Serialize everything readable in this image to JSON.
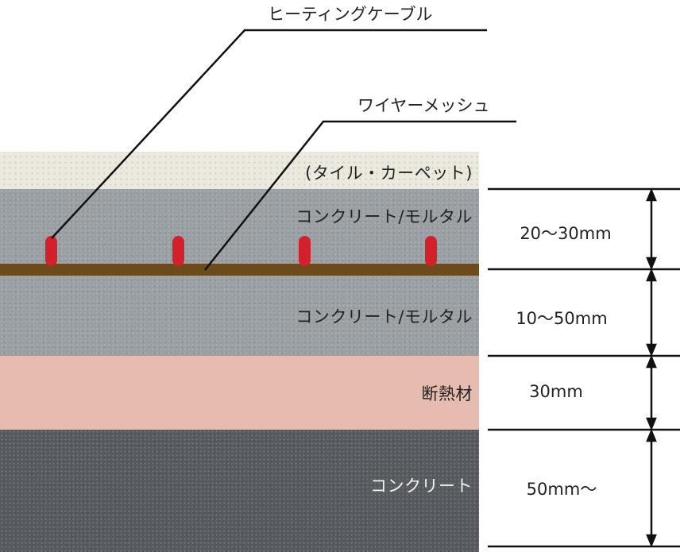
{
  "callouts": {
    "heating_cable": "ヒーティングケーブル",
    "wire_mesh": "ワイヤーメッシュ"
  },
  "layers": {
    "tile": "(タイル・カーペット)",
    "concrete_top": "コンクリート/モルタル",
    "concrete_mid": "コンクリート/モルタル",
    "insulation": "断熱材",
    "concrete_bottom": "コンクリート"
  },
  "dimensions": {
    "d1": "20〜30mm",
    "d2": "10〜50mm",
    "d3": "30mm",
    "d4": "50mm〜"
  },
  "colors": {
    "tile": "#ebe8dd",
    "concrete": "#9a9fa3",
    "wire_mesh": "#6b4a1c",
    "insulation": "#e6bcb0",
    "concrete_base": "#565a5f",
    "heating_cable": "#d4202b"
  }
}
